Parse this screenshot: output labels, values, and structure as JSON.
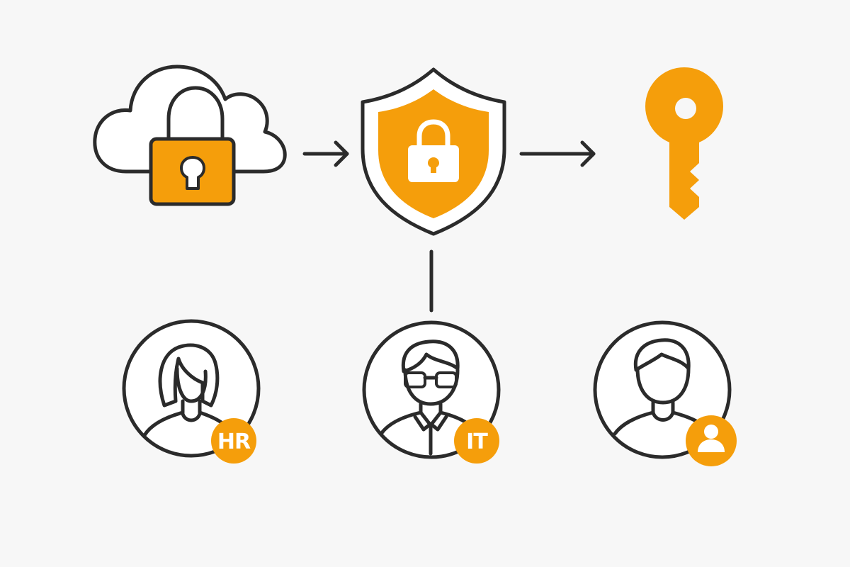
{
  "colors": {
    "background": "#f7f7f7",
    "accent": "#f59e0b",
    "stroke": "#2b2b2b",
    "fill": "#ffffff"
  },
  "nodes": [
    {
      "id": "cloud-lock",
      "icon": "cloud-lock-icon"
    },
    {
      "id": "shield-lock",
      "icon": "shield-lock-icon"
    },
    {
      "id": "key",
      "icon": "key-icon"
    }
  ],
  "users": [
    {
      "id": "user-hr",
      "icon": "woman-avatar-icon",
      "badge": "HR"
    },
    {
      "id": "user-it",
      "icon": "man-glasses-avatar-icon",
      "badge": "IT"
    },
    {
      "id": "user-generic",
      "icon": "man-avatar-icon",
      "badge_icon": "person-icon"
    }
  ]
}
